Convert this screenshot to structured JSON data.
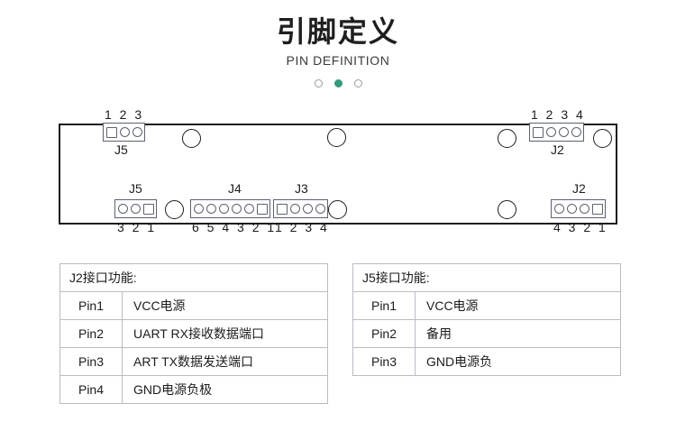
{
  "header": {
    "title_cn": "引脚定义",
    "title_en": "PIN DEFINITION",
    "dots": [
      "inactive",
      "active",
      "inactive"
    ],
    "accent_color": "#349b7c"
  },
  "board": {
    "outline_color": "#1c1c1c",
    "connector_color": "#5b6270",
    "connectors": [
      {
        "id": "j5-top",
        "label": "J5",
        "pins": 3,
        "square_pin": "first",
        "numbers": "1 2 3",
        "label_pos": "below",
        "numbers_pos": "above"
      },
      {
        "id": "j2-top",
        "label": "J2",
        "pins": 4,
        "square_pin": "first",
        "numbers": "1 2 3 4",
        "label_pos": "below",
        "numbers_pos": "above"
      },
      {
        "id": "j5-bottom",
        "label": "J5",
        "pins": 3,
        "square_pin": "last",
        "numbers": "3 2 1",
        "label_pos": "above",
        "numbers_pos": "below"
      },
      {
        "id": "j4-bottom",
        "label": "J4",
        "pins": 6,
        "square_pin": "last",
        "numbers": "6 5 4 3 2 1",
        "label_pos": "above",
        "numbers_pos": "below"
      },
      {
        "id": "j3-bottom",
        "label": "J3",
        "pins": 4,
        "square_pin": "first",
        "numbers": "1 2 3 4",
        "label_pos": "above",
        "numbers_pos": "below"
      },
      {
        "id": "j2-bottom",
        "label": "J2",
        "pins": 4,
        "square_pin": "last",
        "numbers": "4 3 2 1",
        "label_pos": "above",
        "numbers_pos": "below"
      }
    ],
    "mounting_holes": 6
  },
  "tables": [
    {
      "id": "j2",
      "header": "J2接口功能:",
      "rows": [
        {
          "pin": "Pin1",
          "desc": "VCC电源"
        },
        {
          "pin": "Pin2",
          "desc": "UART RX接收数据端口"
        },
        {
          "pin": "Pin3",
          "desc": "ART  TX数据发送端口"
        },
        {
          "pin": "Pin4",
          "desc": "GND电源负极"
        }
      ]
    },
    {
      "id": "j5",
      "header": "J5接口功能:",
      "rows": [
        {
          "pin": "Pin1",
          "desc": "VCC电源"
        },
        {
          "pin": "Pin2",
          "desc": "备用"
        },
        {
          "pin": "Pin3",
          "desc": "GND电源负"
        }
      ]
    }
  ]
}
